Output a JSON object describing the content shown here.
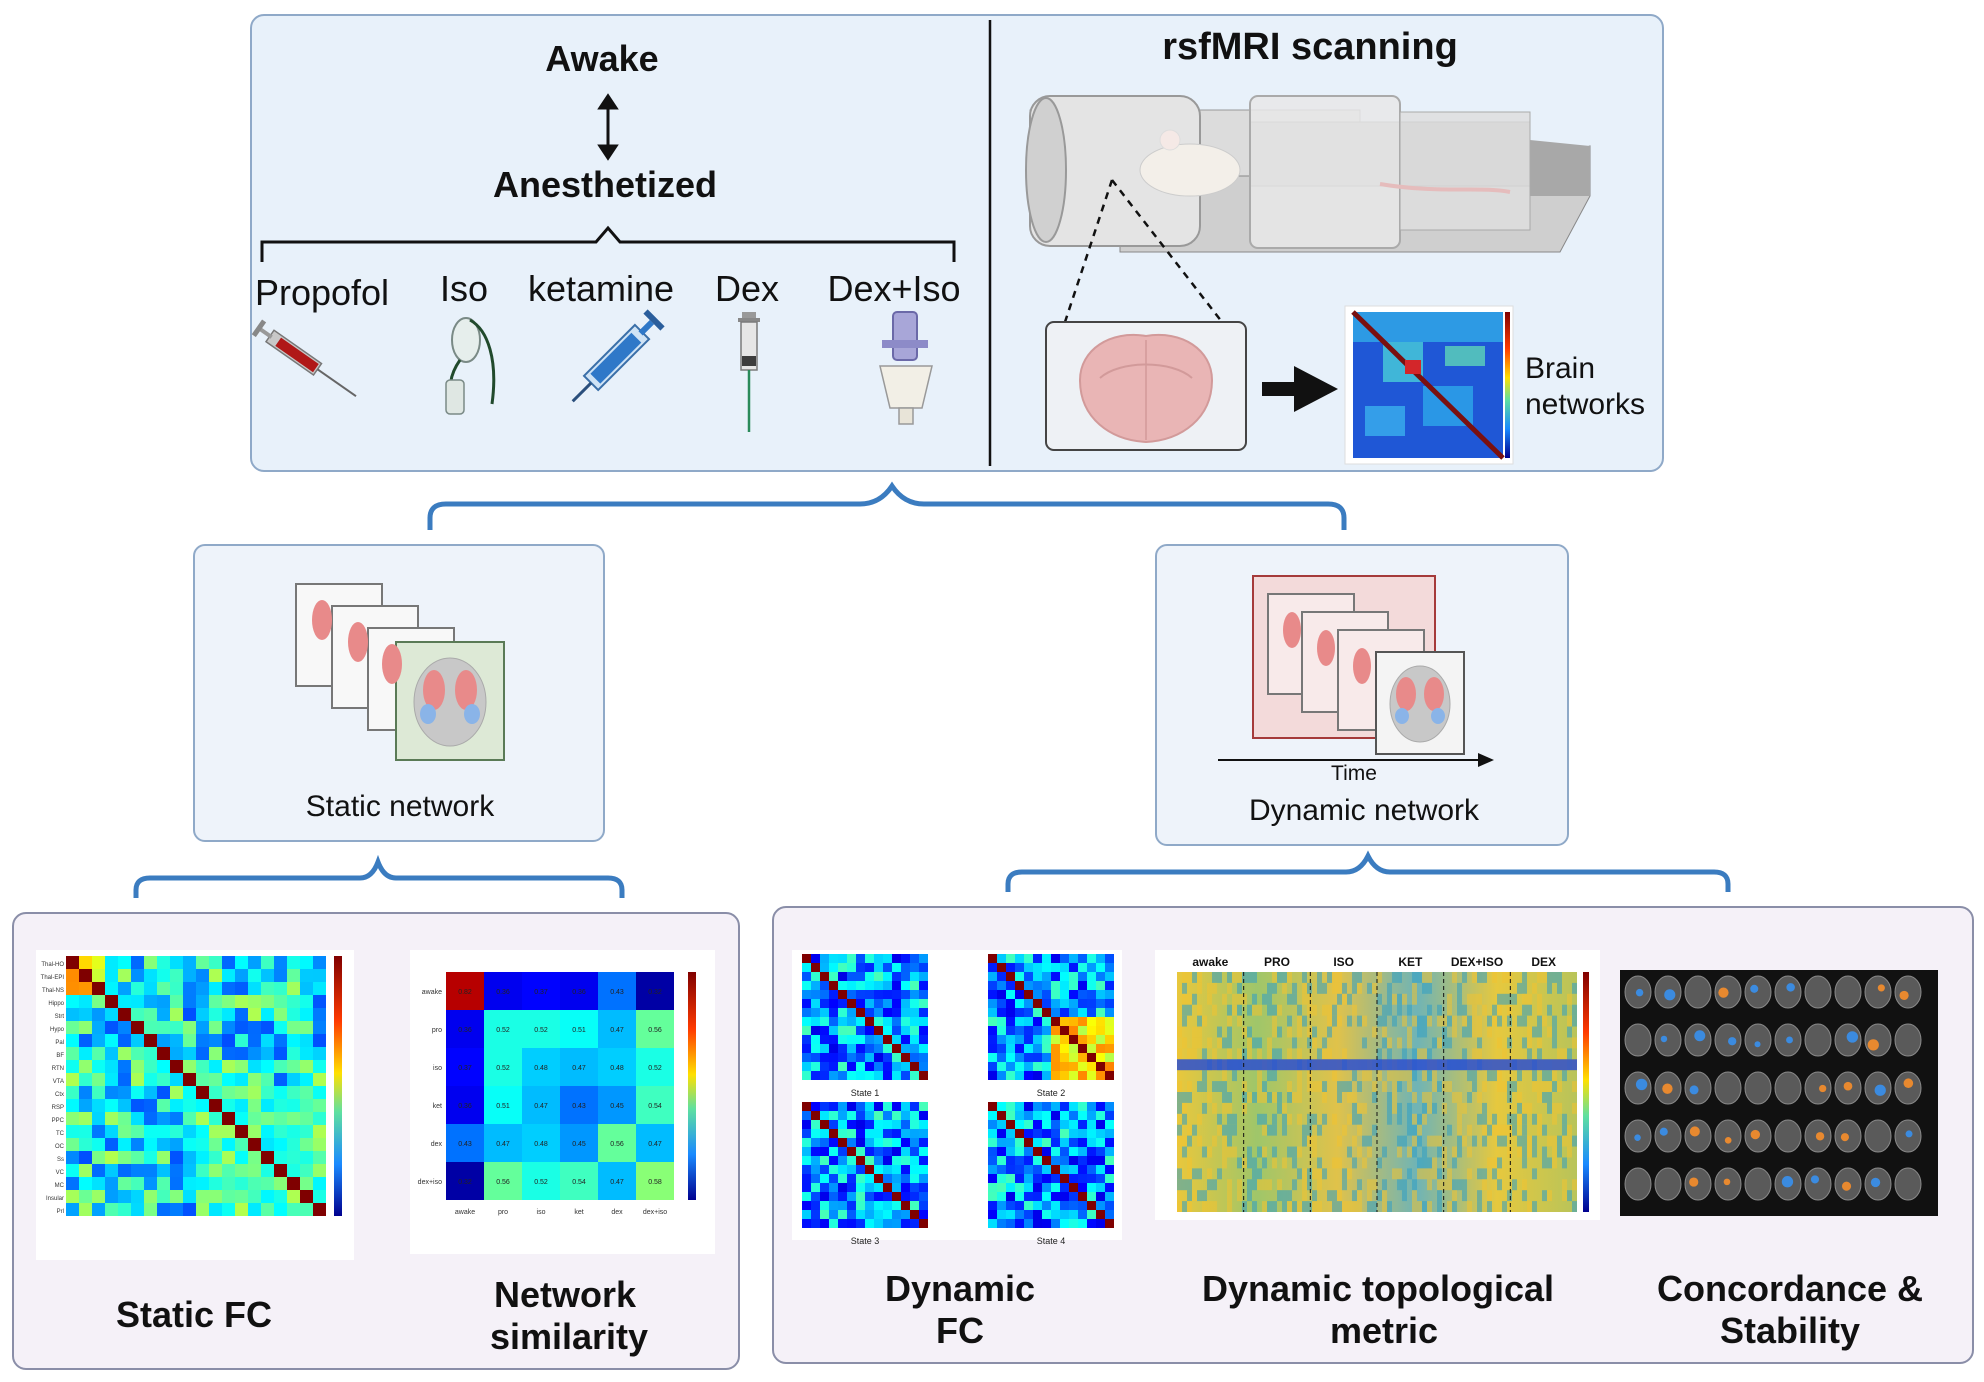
{
  "top": {
    "state_top": "Awake",
    "state_bottom": "Anesthetized",
    "agents": [
      "Propofol",
      "Iso",
      "ketamine",
      "Dex",
      "Dex+Iso"
    ],
    "scan_title": "rsfMRI scanning",
    "brain_networks_line1": "Brain",
    "brain_networks_line2": "networks"
  },
  "middle": {
    "static_label": "Static network",
    "dynamic_label": "Dynamic network",
    "time_label": "Time"
  },
  "bottom": {
    "static_fc": "Static FC",
    "network_similarity_line1": "Network",
    "network_similarity_line2": "similarity",
    "dynamic_fc_line1": "Dynamic",
    "dynamic_fc_line2": "FC",
    "dyn_topo_line1": "Dynamic topological",
    "dyn_topo_line2": "metric",
    "concordance_line1": "Concordance &",
    "concordance_line2": "Stability",
    "states": [
      "State 1",
      "State 2",
      "State 3",
      "State 4"
    ],
    "topo_headers": [
      "awake",
      "PRO",
      "ISO",
      "KET",
      "DEX+ISO",
      "DEX"
    ],
    "similarity_rows": [
      "awake",
      "pro",
      "iso",
      "ket",
      "dex",
      "dex+iso"
    ],
    "similarity_values": [
      [
        "0.82",
        "0.36",
        "0.37",
        "0.36",
        "0.43",
        "0.32"
      ],
      [
        "0.36",
        "0.52",
        "0.52",
        "0.51",
        "0.47",
        "0.56"
      ],
      [
        "0.37",
        "0.52",
        "0.48",
        "0.47",
        "0.48",
        "0.52"
      ],
      [
        "0.36",
        "0.51",
        "0.47",
        "0.43",
        "0.45",
        "0.54"
      ],
      [
        "0.43",
        "0.47",
        "0.48",
        "0.45",
        "0.56",
        "0.47"
      ],
      [
        "0.32",
        "0.56",
        "0.52",
        "0.54",
        "0.47",
        "0.58"
      ]
    ],
    "fc_regions": [
      "Thal-HO",
      "Thal-EPI",
      "Thal-NS",
      "Hippo",
      "Strt",
      "Hypo",
      "Pal",
      "BF",
      "RTN",
      "VTA",
      "Ctx",
      "RSP",
      "PPC",
      "TC",
      "OC",
      "Ss",
      "VC",
      "MC",
      "Insular",
      "Prl"
    ]
  },
  "colors": {
    "panel_border": "#8fa9c8",
    "top_fill": "#e8f1fa",
    "brace": "#3b7cc0",
    "bottom_fill": "#f5f1f8"
  }
}
